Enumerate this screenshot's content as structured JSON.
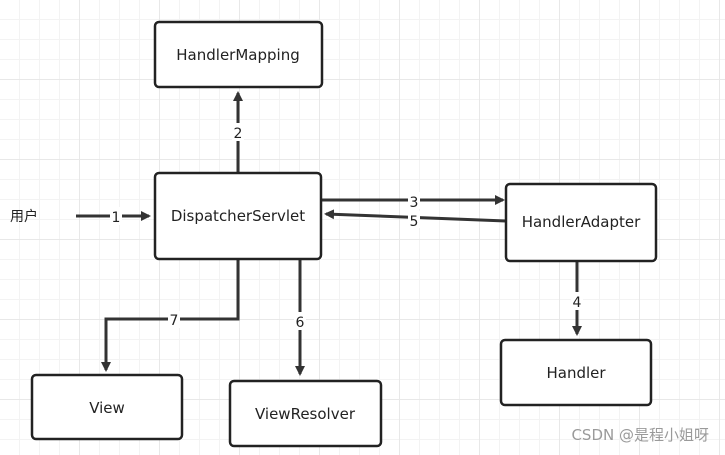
{
  "nodes": {
    "handler_mapping": "HandlerMapping",
    "dispatcher_servlet": "DispatcherServlet",
    "handler_adapter": "HandlerAdapter",
    "handler": "Handler",
    "view": "View",
    "view_resolver": "ViewResolver"
  },
  "actor": {
    "user": "用户"
  },
  "edges": {
    "step1": "1",
    "step2": "2",
    "step3": "3",
    "step4": "4",
    "step5": "5",
    "step6": "6",
    "step7": "7"
  },
  "watermark": "CSDN @是程小姐呀"
}
